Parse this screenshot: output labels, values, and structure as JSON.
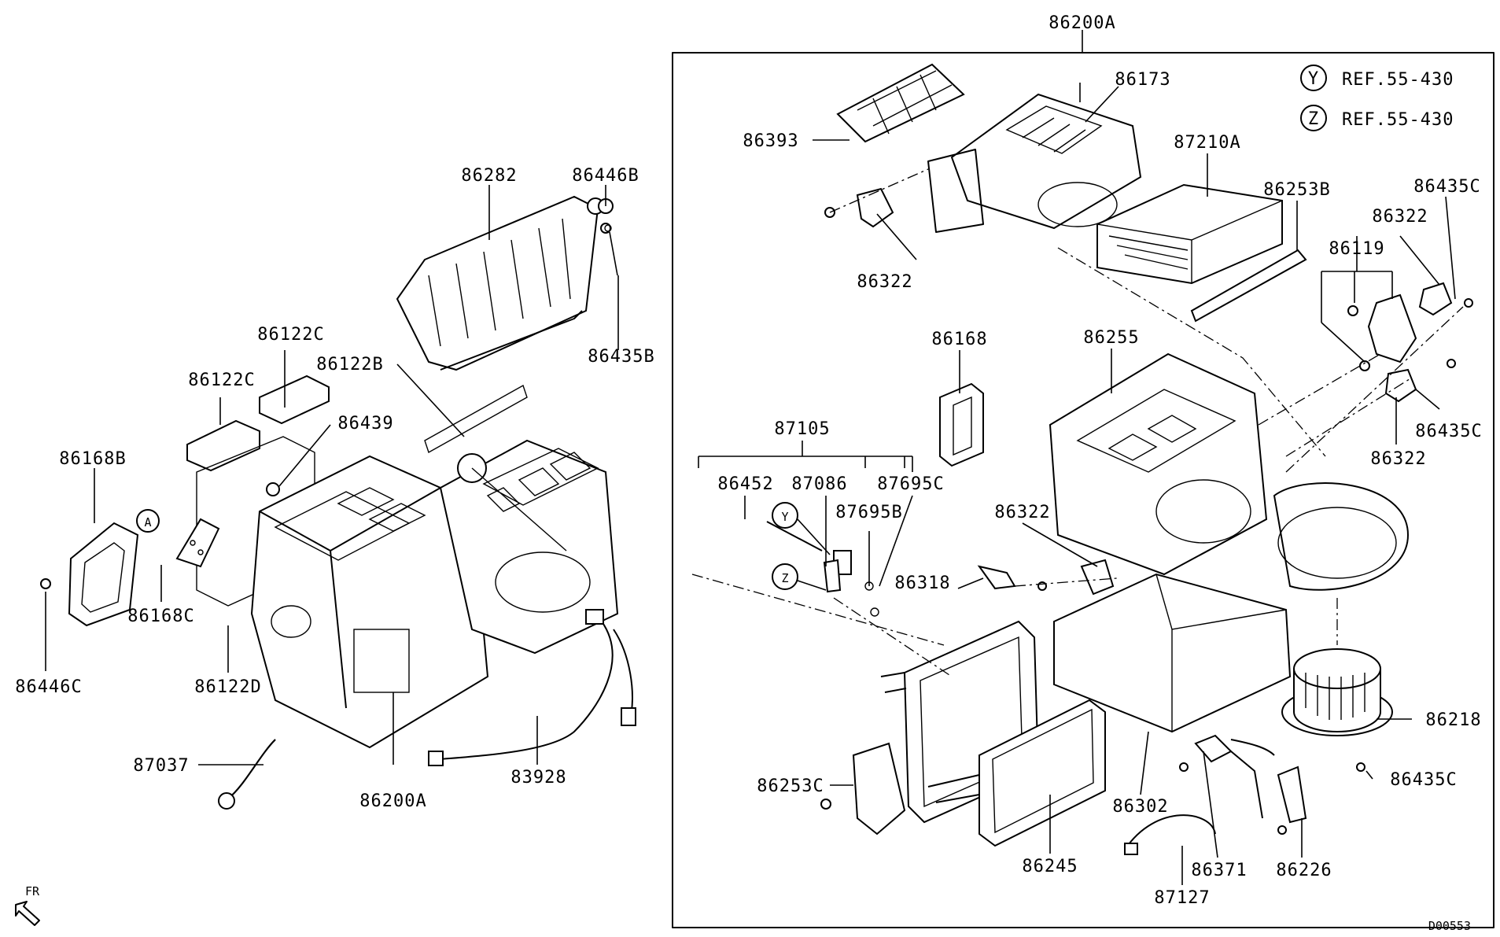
{
  "diagram": {
    "assembly_title": "86200A",
    "drawing_code": "D00553",
    "front_marker": "FR",
    "references": [
      {
        "circle": "Y",
        "text": "REF.55-430"
      },
      {
        "circle": "Z",
        "text": "REF.55-430"
      }
    ],
    "callouts": {
      "A": "A",
      "Y": "Y",
      "Z": "Z"
    },
    "labels": {
      "p86282": "86282",
      "p86446B": "86446B",
      "p86435B": "86435B",
      "p86122C_a": "86122C",
      "p86122C_b": "86122C",
      "p86122B": "86122B",
      "p86439": "86439",
      "p86168B": "86168B",
      "p86168C": "86168C",
      "p86446C": "86446C",
      "p86122D": "86122D",
      "p87037": "87037",
      "p86200A_left": "86200A",
      "p83928": "83928",
      "p86393": "86393",
      "p86173": "86173",
      "p86322_top": "86322",
      "p87210A": "87210A",
      "p86253B": "86253B",
      "p86435C_top": "86435C",
      "p86322_right_top": "86322",
      "p86119": "86119",
      "p86168": "86168",
      "p86255": "86255",
      "p86435C_mid": "86435C",
      "p86322_right_mid": "86322",
      "p87105": "87105",
      "p86452": "86452",
      "p87086": "87086",
      "p87695C": "87695C",
      "p87695B": "87695B",
      "p86322_center": "86322",
      "p86318": "86318",
      "p86218": "86218",
      "p86253C": "86253C",
      "p86302": "86302",
      "p86435C_bottom": "86435C",
      "p86245": "86245",
      "p86371": "86371",
      "p86226": "86226",
      "p87127": "87127"
    }
  }
}
